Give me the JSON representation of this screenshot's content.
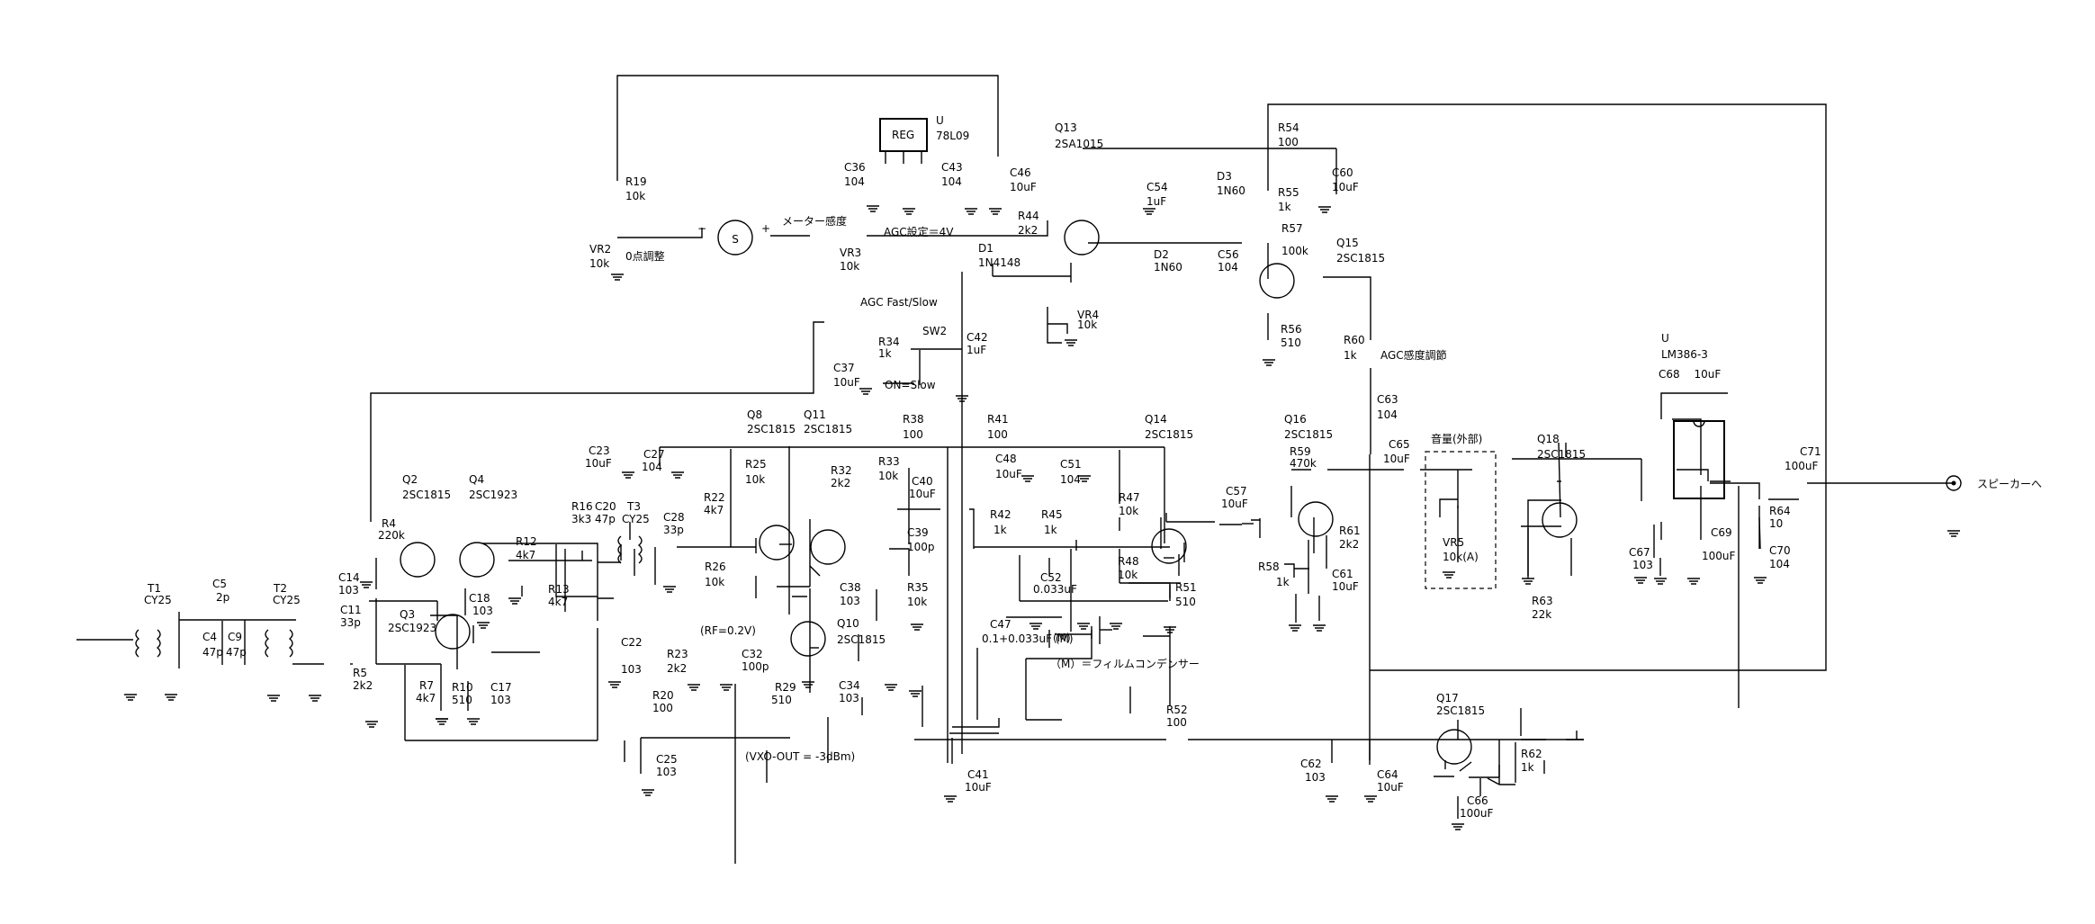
{
  "components": [
    {
      "id": "U78L09",
      "lines": [
        "U",
        "78L09"
      ]
    },
    {
      "id": "REG",
      "lines": [
        "REG"
      ]
    },
    {
      "id": "Q13",
      "lines": [
        "Q13",
        "2SA1015"
      ]
    },
    {
      "id": "R19",
      "lines": [
        "R19",
        "10k"
      ]
    },
    {
      "id": "VR2",
      "lines": [
        "VR2",
        "10k"
      ]
    },
    {
      "id": "zero_adj",
      "lines": [
        "0点調整"
      ]
    },
    {
      "id": "meter",
      "lines": [
        "メーター感度"
      ]
    },
    {
      "id": "VR3",
      "lines": [
        "VR3",
        "10k"
      ]
    },
    {
      "id": "agc_set",
      "lines": [
        "AGC設定＝4V"
      ]
    },
    {
      "id": "C36",
      "lines": [
        "C36",
        "104"
      ]
    },
    {
      "id": "C43",
      "lines": [
        "C43",
        "104"
      ]
    },
    {
      "id": "C46",
      "lines": [
        "C46",
        "10uF"
      ]
    },
    {
      "id": "R44",
      "lines": [
        "R44",
        "2k2"
      ]
    },
    {
      "id": "C54",
      "lines": [
        "C54",
        "1uF"
      ]
    },
    {
      "id": "D3",
      "lines": [
        "D3",
        "1N60"
      ]
    },
    {
      "id": "R54",
      "lines": [
        "R54",
        "100"
      ]
    },
    {
      "id": "R55",
      "lines": [
        "R55",
        "1k"
      ]
    },
    {
      "id": "C60",
      "lines": [
        "C60",
        "10uF"
      ]
    },
    {
      "id": "R57",
      "lines": [
        "R57",
        "100k"
      ]
    },
    {
      "id": "Q15",
      "lines": [
        "Q15",
        "2SC1815"
      ]
    },
    {
      "id": "D1",
      "lines": [
        "D1",
        "1N4148"
      ]
    },
    {
      "id": "D2",
      "lines": [
        "D2",
        "1N60"
      ]
    },
    {
      "id": "C56",
      "lines": [
        "C56",
        "104"
      ]
    },
    {
      "id": "VR4",
      "lines": [
        "VR4",
        "10k"
      ]
    },
    {
      "id": "R56",
      "lines": [
        "R56",
        "510"
      ]
    },
    {
      "id": "agc_fs",
      "lines": [
        "AGC Fast/Slow"
      ]
    },
    {
      "id": "SW2",
      "lines": [
        "SW2"
      ]
    },
    {
      "id": "R34",
      "lines": [
        "R34",
        "1k"
      ]
    },
    {
      "id": "C42",
      "lines": [
        "C42",
        "1uF"
      ]
    },
    {
      "id": "C37",
      "lines": [
        "C37",
        "10uF"
      ]
    },
    {
      "id": "on_slow",
      "lines": [
        "ON=Slow"
      ]
    },
    {
      "id": "R60",
      "lines": [
        "R60",
        "1k"
      ]
    },
    {
      "id": "agc_sens",
      "lines": [
        "AGC感度調節"
      ]
    },
    {
      "id": "U386",
      "lines": [
        "U",
        "LM386-3"
      ]
    },
    {
      "id": "C68",
      "lines": [
        "C68 　10uF"
      ]
    },
    {
      "id": "C63",
      "lines": [
        "C63",
        "104"
      ]
    },
    {
      "id": "C23",
      "lines": [
        "C23",
        "10uF"
      ]
    },
    {
      "id": "C27",
      "lines": [
        "C27",
        "104"
      ]
    },
    {
      "id": "Q8",
      "lines": [
        "Q8",
        "2SC1815"
      ]
    },
    {
      "id": "Q11",
      "lines": [
        "Q11",
        "2SC1815"
      ]
    },
    {
      "id": "R38",
      "lines": [
        "R38",
        "100"
      ]
    },
    {
      "id": "R41",
      "lines": [
        "R41",
        "100"
      ]
    },
    {
      "id": "Q14",
      "lines": [
        "Q14",
        "2SC1815"
      ]
    },
    {
      "id": "Q16",
      "lines": [
        "Q16",
        "2SC1815"
      ]
    },
    {
      "id": "vol",
      "lines": [
        "音量(外部)"
      ]
    },
    {
      "id": "Q18",
      "lines": [
        "Q18",
        "2SC1815"
      ]
    },
    {
      "id": "C71",
      "lines": [
        "C71",
        "100uF"
      ]
    },
    {
      "id": "speaker",
      "lines": [
        "スピーカーへ"
      ]
    },
    {
      "id": "R25",
      "lines": [
        "R25",
        "10k"
      ]
    },
    {
      "id": "R32",
      "lines": [
        "R32",
        "2k2"
      ]
    },
    {
      "id": "R33",
      "lines": [
        "R33",
        "10k"
      ]
    },
    {
      "id": "C48",
      "lines": [
        "C48",
        "10uF"
      ]
    },
    {
      "id": "C51",
      "lines": [
        "C51",
        "104"
      ]
    },
    {
      "id": "R59",
      "lines": [
        "R59",
        "470k"
      ]
    },
    {
      "id": "C65",
      "lines": [
        "C65",
        "10uF"
      ]
    },
    {
      "id": "Q2",
      "lines": [
        "Q2",
        "2SC1815"
      ]
    },
    {
      "id": "Q4",
      "lines": [
        "Q4",
        "2SC1923"
      ]
    },
    {
      "id": "R16",
      "lines": [
        "R16",
        "3k3"
      ]
    },
    {
      "id": "C20",
      "lines": [
        "C20",
        "47p"
      ]
    },
    {
      "id": "T3",
      "lines": [
        "T3",
        "CY25"
      ]
    },
    {
      "id": "C28",
      "lines": [
        "C28",
        "33p"
      ]
    },
    {
      "id": "R22",
      "lines": [
        "R22",
        "4k7"
      ]
    },
    {
      "id": "C40",
      "lines": [
        "C40",
        "10uF"
      ]
    },
    {
      "id": "C39",
      "lines": [
        "C39",
        "100p"
      ]
    },
    {
      "id": "R42",
      "lines": [
        "R42",
        "1k"
      ]
    },
    {
      "id": "R45",
      "lines": [
        "R45",
        "1k"
      ]
    },
    {
      "id": "R47",
      "lines": [
        "R47",
        "10k"
      ]
    },
    {
      "id": "C57",
      "lines": [
        "C57",
        "10uF"
      ]
    },
    {
      "id": "VR5",
      "lines": [
        "VR5",
        "10k(A)"
      ]
    },
    {
      "id": "R64",
      "lines": [
        "R64",
        "10"
      ]
    },
    {
      "id": "R4",
      "lines": [
        "R4",
        "220k"
      ]
    },
    {
      "id": "R12",
      "lines": [
        "R12",
        "4k7"
      ]
    },
    {
      "id": "C18",
      "lines": [
        "C18",
        "103"
      ]
    },
    {
      "id": "R13",
      "lines": [
        "R13",
        "4k7"
      ]
    },
    {
      "id": "C14",
      "lines": [
        "C14",
        "103"
      ]
    },
    {
      "id": "R26",
      "lines": [
        "R26",
        "10k"
      ]
    },
    {
      "id": "C38",
      "lines": [
        "C38",
        "103"
      ]
    },
    {
      "id": "R35",
      "lines": [
        "R35",
        "10k"
      ]
    },
    {
      "id": "C52",
      "lines": [
        "C52",
        "0.033uF",
        "(M)"
      ]
    },
    {
      "id": "R48",
      "lines": [
        "R48",
        "10k"
      ]
    },
    {
      "id": "R51",
      "lines": [
        "R51",
        "510"
      ]
    },
    {
      "id": "R61",
      "lines": [
        "R61",
        "2k2"
      ]
    },
    {
      "id": "R58",
      "lines": [
        "R58",
        "1k"
      ]
    },
    {
      "id": "C61",
      "lines": [
        "C61",
        "10uF"
      ]
    },
    {
      "id": "C67",
      "lines": [
        "C67",
        "103"
      ]
    },
    {
      "id": "C69",
      "lines": [
        "C69",
        "100uF"
      ]
    },
    {
      "id": "C70",
      "lines": [
        "C70",
        "104"
      ]
    },
    {
      "id": "R63",
      "lines": [
        "R63",
        "22k"
      ]
    },
    {
      "id": "T1",
      "lines": [
        "T1",
        "CY25"
      ]
    },
    {
      "id": "C5",
      "lines": [
        "C5",
        "2p"
      ]
    },
    {
      "id": "T2",
      "lines": [
        "T2",
        "CY25"
      ]
    },
    {
      "id": "C4",
      "lines": [
        "C4",
        "47p"
      ]
    },
    {
      "id": "C9",
      "lines": [
        "C9",
        "47p"
      ]
    },
    {
      "id": "C11",
      "lines": [
        "C11",
        "33p"
      ]
    },
    {
      "id": "Q3",
      "lines": [
        "Q3",
        "2SC1923"
      ]
    },
    {
      "id": "rf",
      "lines": [
        "(RF=0.2V)"
      ]
    },
    {
      "id": "Q10",
      "lines": [
        "Q10",
        "2SC1815"
      ]
    },
    {
      "id": "C47",
      "lines": [
        "C47",
        "0.1+0.033uF (M)"
      ]
    },
    {
      "id": "film",
      "lines": [
        "（M）＝フィルムコンデンサー"
      ]
    },
    {
      "id": "C22",
      "lines": [
        "C22",
        "103"
      ]
    },
    {
      "id": "R5",
      "lines": [
        "R5",
        "2k2"
      ]
    },
    {
      "id": "R7",
      "lines": [
        "R7",
        "4k7"
      ]
    },
    {
      "id": "R10",
      "lines": [
        "R10",
        "510"
      ]
    },
    {
      "id": "C17",
      "lines": [
        "C17",
        "103"
      ]
    },
    {
      "id": "R23",
      "lines": [
        "R23",
        "2k2"
      ]
    },
    {
      "id": "C32",
      "lines": [
        "C32",
        "100p"
      ]
    },
    {
      "id": "R29",
      "lines": [
        "R29",
        "510"
      ]
    },
    {
      "id": "C34",
      "lines": [
        "C34",
        "103"
      ]
    },
    {
      "id": "R20",
      "lines": [
        "R20",
        "100"
      ]
    },
    {
      "id": "R52",
      "lines": [
        "R52",
        "100"
      ]
    },
    {
      "id": "Q17",
      "lines": [
        "Q17",
        "2SC1815"
      ]
    },
    {
      "id": "R62",
      "lines": [
        "R62",
        "1k"
      ]
    },
    {
      "id": "C25",
      "lines": [
        "C25",
        "103"
      ]
    },
    {
      "id": "vxo",
      "lines": [
        "(VXO-OUT = -3dBm)"
      ]
    },
    {
      "id": "C41",
      "lines": [
        "C41",
        "10uF"
      ]
    },
    {
      "id": "C62",
      "lines": [
        "C62",
        "103"
      ]
    },
    {
      "id": "C64",
      "lines": [
        "C64",
        "10uF"
      ]
    },
    {
      "id": "C66",
      "lines": [
        "C66",
        "100uF"
      ]
    }
  ],
  "meter_symbol": "S",
  "meter_minus": "−",
  "meter_plus": "+"
}
